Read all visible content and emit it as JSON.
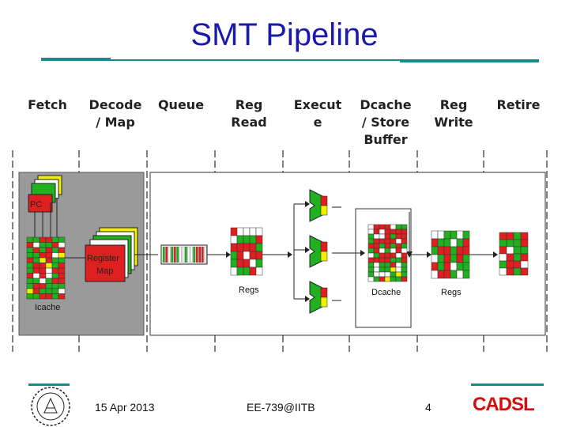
{
  "slide": {
    "title": "SMT Pipeline",
    "date": "15 Apr 2013",
    "course": "EE-739@IITB",
    "page_number": "4",
    "brand": "CADSL"
  },
  "stages": [
    {
      "label": "Fetch"
    },
    {
      "label": "Decode\n/ Map"
    },
    {
      "label": "Queue"
    },
    {
      "label": "Reg\nRead"
    },
    {
      "label": "Execut\ne"
    },
    {
      "label": "Dcache\n/ Store\nBuffer"
    },
    {
      "label": "Reg\nWrite"
    },
    {
      "label": "Retire"
    }
  ],
  "blocks": {
    "pc": "PC",
    "register_map_line1": "Register",
    "register_map_line2": "Map",
    "icache": "Icache",
    "regs_read": "Regs",
    "dcache": "Dcache",
    "regs_write": "Regs"
  },
  "colors": {
    "title": "#1a1aa8",
    "accent_teal": "#1a8a8a",
    "brand_red": "#d01010",
    "cell_red": "#e02020",
    "cell_green": "#20b020",
    "cell_white": "#ffffff",
    "cell_yellow": "#f0f000",
    "fetch_bg": "#9a9a9a"
  }
}
